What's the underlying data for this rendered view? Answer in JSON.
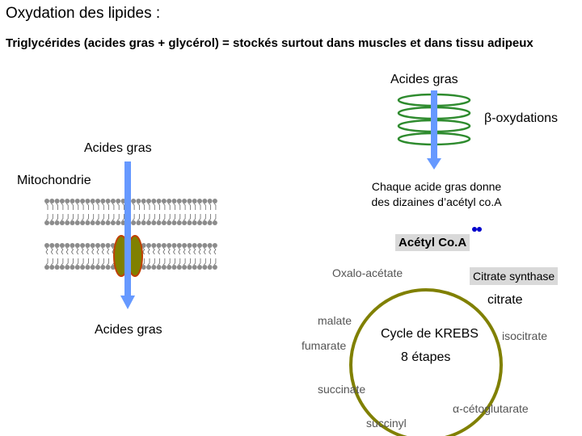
{
  "title": "Oxydation des lipides :",
  "subtitle": "Triglycérides (acides gras + glycérol) = stockés surtout dans muscles et dans tissu adipeux",
  "labels": {
    "fatty_acids_top": "Acides gras",
    "beta_oxidation": "β-oxydations",
    "fatty_acids_left": "Acides gras",
    "mitochondrion": "Mitochondrie",
    "fatty_acids_bottom": "Acides gras",
    "note": "Chaque acide gras donne des dizaines d’acétyl co.A",
    "acetyl_coa": "Acétyl Co.A",
    "oxaloacetate": "Oxalo-acétate",
    "citrate_synthase": "Citrate synthase",
    "citrate": "citrate",
    "malate": "malate",
    "krebs_cycle": "Cycle de KREBS",
    "isocitrate": "isocitrate",
    "fumarate": "fumarate",
    "steps": "8 étapes",
    "succinate": "succinate",
    "alpha_ketoglutarate": "α-cétoglutarate",
    "succinyl": "succinyl"
  },
  "colors": {
    "arrow": "#6699ff",
    "helix": "#2e8b2e",
    "cycle": "#808000",
    "lipid_head": "#8c8c8c",
    "channel": "#808000",
    "channel_outline": "#c04000",
    "marker": "#0000cc"
  }
}
